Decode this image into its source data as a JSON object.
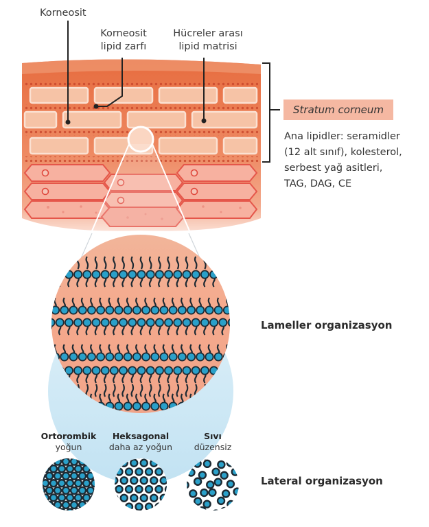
{
  "labels": {
    "corneocyte": "Korneosit",
    "envelope_line1": "Korneosit",
    "envelope_line2": "lipid zarfı",
    "matrix_line1": "Hücreler arası",
    "matrix_line2": "lipid matrisi",
    "stratum_corneum": "Stratum corneum",
    "lipids_line1": "Ana lipidler: seramidler",
    "lipids_line2": "(12 alt sınıf), kolesterol,",
    "lipids_line3": "serbest yağ asitleri,",
    "lipids_line4": "TAG, DAG, CE",
    "lamellar": "Lameller organizasyon",
    "lateral": "Lateral organizasyon"
  },
  "phases": [
    {
      "name": "Ortorombik",
      "desc": "yoğun"
    },
    {
      "name": "Heksagonal",
      "desc": "daha az yoğun"
    },
    {
      "name": "Sıvı",
      "desc": "düzensiz"
    }
  ],
  "colors": {
    "skin_dark": "#e8744a",
    "skin_cell": "#f6b596",
    "skin_lower": "#f08f7a",
    "lipid_head": "#2aa0c9",
    "lipid_tail": "#1d2a33",
    "halo": "#c9e6f4",
    "label_box": "#f5b8a2"
  }
}
